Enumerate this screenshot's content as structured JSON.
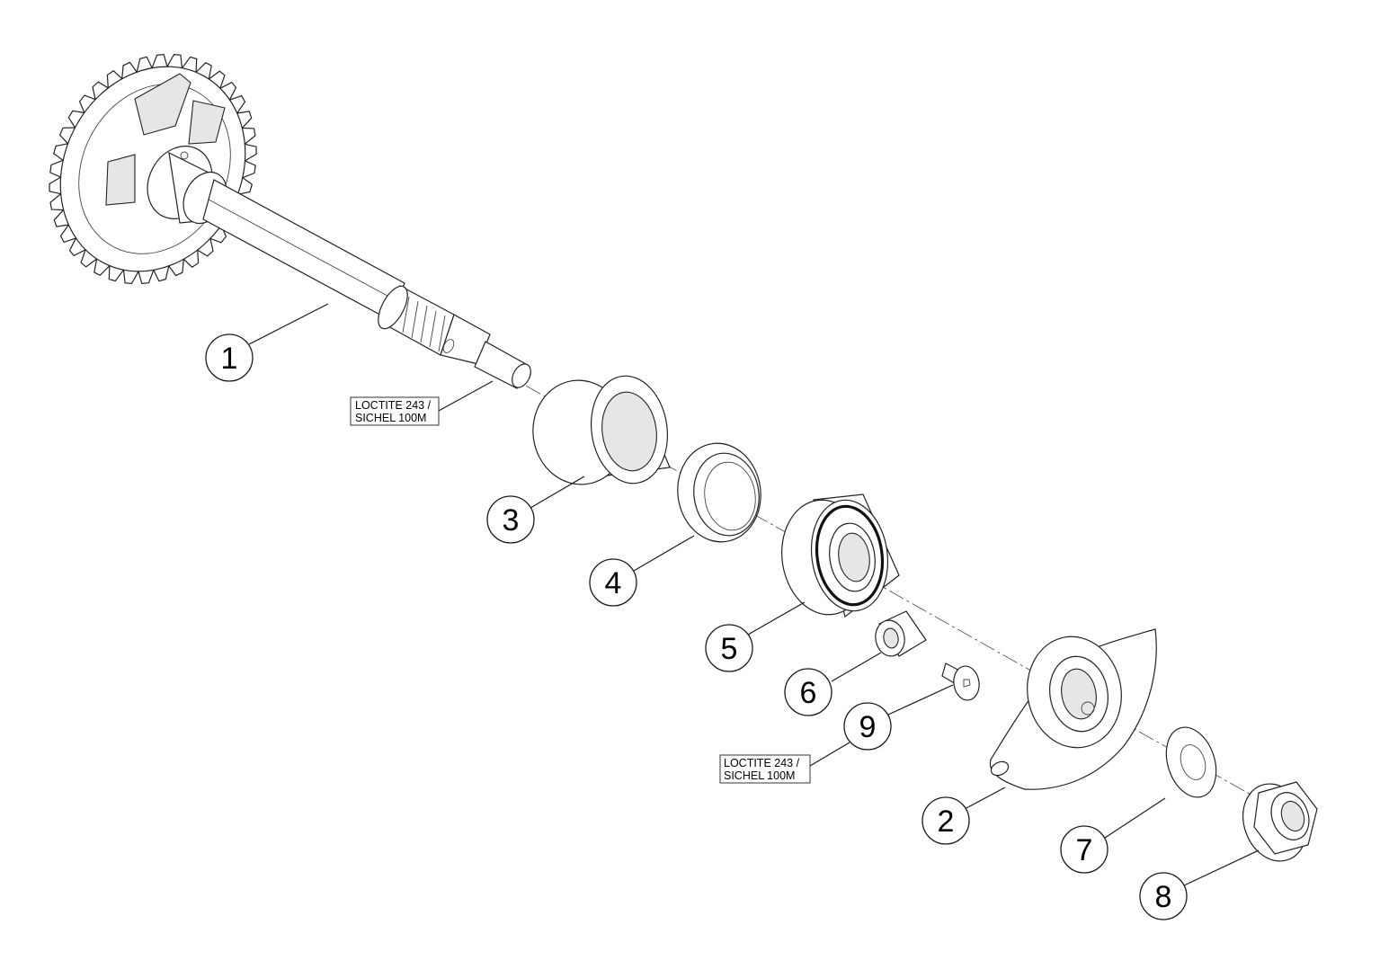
{
  "callouts": [
    {
      "id": "1",
      "label": "1"
    },
    {
      "id": "2",
      "label": "2"
    },
    {
      "id": "3",
      "label": "3"
    },
    {
      "id": "4",
      "label": "4"
    },
    {
      "id": "5",
      "label": "5"
    },
    {
      "id": "6",
      "label": "6"
    },
    {
      "id": "7",
      "label": "7"
    },
    {
      "id": "8",
      "label": "8"
    },
    {
      "id": "9",
      "label": "9"
    }
  ],
  "notes": [
    {
      "line1": "LOCTITE 243 /",
      "line2": "SICHEL 100M"
    },
    {
      "line1": "LOCTITE 243 /",
      "line2": "SICHEL 100M"
    }
  ]
}
